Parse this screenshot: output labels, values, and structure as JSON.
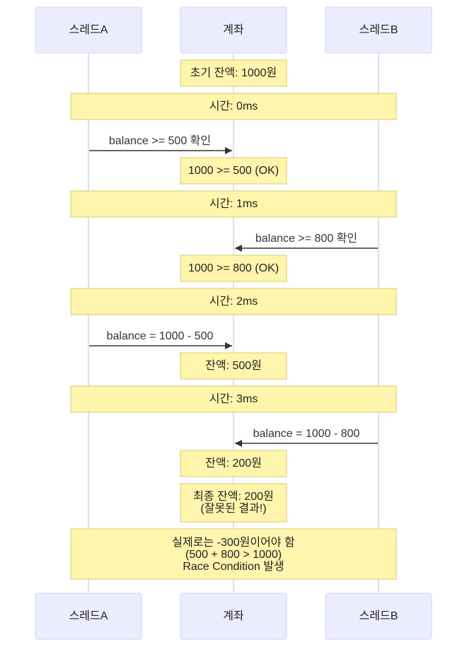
{
  "actors": [
    {
      "label": "스레드A"
    },
    {
      "label": "계좌"
    },
    {
      "label": "스레드B"
    }
  ],
  "notes": {
    "initial": "초기 잔액: 1000원",
    "t0": "시간: 0ms",
    "check_a": "1000 >= 500 (OK)",
    "t1": "시간: 1ms",
    "check_b": "1000 >= 800 (OK)",
    "t2": "시간: 2ms",
    "bal_500": "잔액: 500원",
    "t3": "시간: 3ms",
    "bal_200": "잔액: 200원",
    "final": [
      "최종 잔액: 200원",
      "(잘못된 결과!)"
    ],
    "explain": [
      "실제로는 -300원이어야 함",
      "(500 + 800 > 1000)",
      "Race Condition 발생"
    ]
  },
  "messages": [
    {
      "from": "스레드A",
      "to": "계좌",
      "label": "balance >= 500 확인"
    },
    {
      "from": "스레드B",
      "to": "계좌",
      "label": "balance >= 800 확인"
    },
    {
      "from": "스레드A",
      "to": "계좌",
      "label": "balance = 1000 - 500"
    },
    {
      "from": "스레드B",
      "to": "계좌",
      "label": "balance = 1000 - 800"
    }
  ]
}
